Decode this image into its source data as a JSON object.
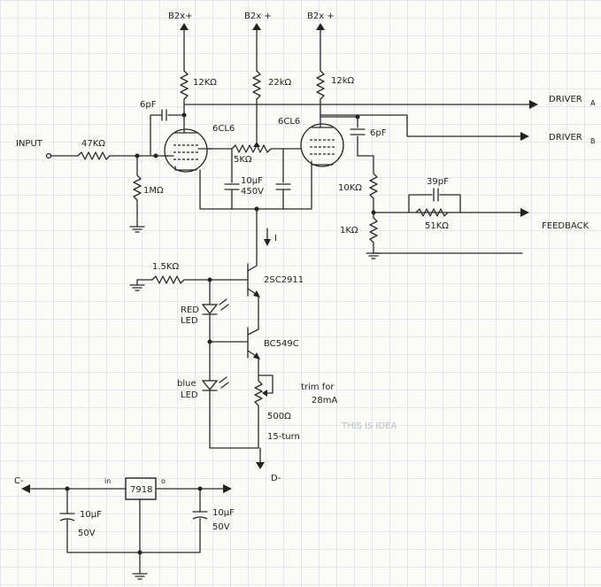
{
  "rails": {
    "b2_left": "B2x+",
    "b2_mid": "B2x +",
    "b2_right": "B2x +",
    "c_minus": "C-"
  },
  "signals": {
    "input": "INPUT",
    "driver_a": "DRIVER",
    "driver_a_sub": "A",
    "driver_b": "DRIVER",
    "driver_b_sub": "B",
    "feedback": "FEEDBACK"
  },
  "components": {
    "r_plate_left": "12KΩ",
    "r_plate_mid": "22kΩ",
    "r_plate_right": "12kΩ",
    "c_left": "6pF",
    "c_right": "6pF",
    "tube_left": "6CL6",
    "tube_right": "6CL6",
    "r_input": "47KΩ",
    "r_grid": "1MΩ",
    "pot_balance": "5KΩ",
    "c_cathode_1": "10μF",
    "c_cathode_2": "450V",
    "r_fb_top": "10KΩ",
    "r_fb_bottom": "1KΩ",
    "c_feedback": "39pF",
    "r_feedback": "51KΩ",
    "current": "I",
    "r_base": "1.5KΩ",
    "q1": "2SC2911",
    "q2": "BC549C",
    "led_red_1": "RED",
    "led_red_2": "LED",
    "led_blue_1": "blue",
    "led_blue_2": "LED",
    "trim_note_1": "trim for",
    "trim_note_2": "28mA",
    "trim_value_1": "500Ω",
    "trim_value_2": "15-turn",
    "d_minus": "D-",
    "regulator": "7918",
    "reg_pin_in": "in",
    "reg_pin_out": "o",
    "c_reg_left_1": "10μF",
    "c_reg_left_2": "50V",
    "c_reg_right_1": "10μF",
    "c_reg_right_2": "50V"
  },
  "faint_notes": {
    "note_1": "THIS IS IDEA"
  }
}
